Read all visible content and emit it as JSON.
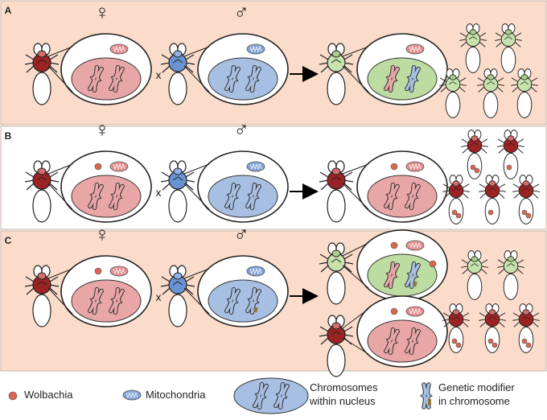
{
  "panels": [
    {
      "letter": "A"
    },
    {
      "letter": "B"
    },
    {
      "letter": "C"
    }
  ],
  "symbols": {
    "female": "♀",
    "male": "♂",
    "cross": "x"
  },
  "legend": {
    "wolbachia": "Wolbachia",
    "mitochondria": "Mitochondria",
    "chromosomes_line1": "Chromosomes",
    "chromosomes_line2": "within nucleus",
    "modifier_line1": "Genetic modifier",
    "modifier_line2": "in chromosome"
  },
  "colors": {
    "panel_bg": "#fbdccb",
    "female_nucleus": "#e9a6a6",
    "male_nucleus": "#a7bfe3",
    "hybrid_nucleus": "#bcdca2",
    "wolbachia": "#d9664e",
    "mitochondria_red": "#e58c8c",
    "mitochondria_blue": "#7fa4d9",
    "fly_red": "#9c2323",
    "fly_blue": "#6a93d4",
    "fly_green": "#c6e3ad",
    "modifier": "#8c7a3a"
  },
  "icons": [
    "female-symbol-icon",
    "male-symbol-icon",
    "arrow-right-icon",
    "fly-icon",
    "wolbachia-icon",
    "mitochondrion-icon",
    "chromosome-icon"
  ]
}
